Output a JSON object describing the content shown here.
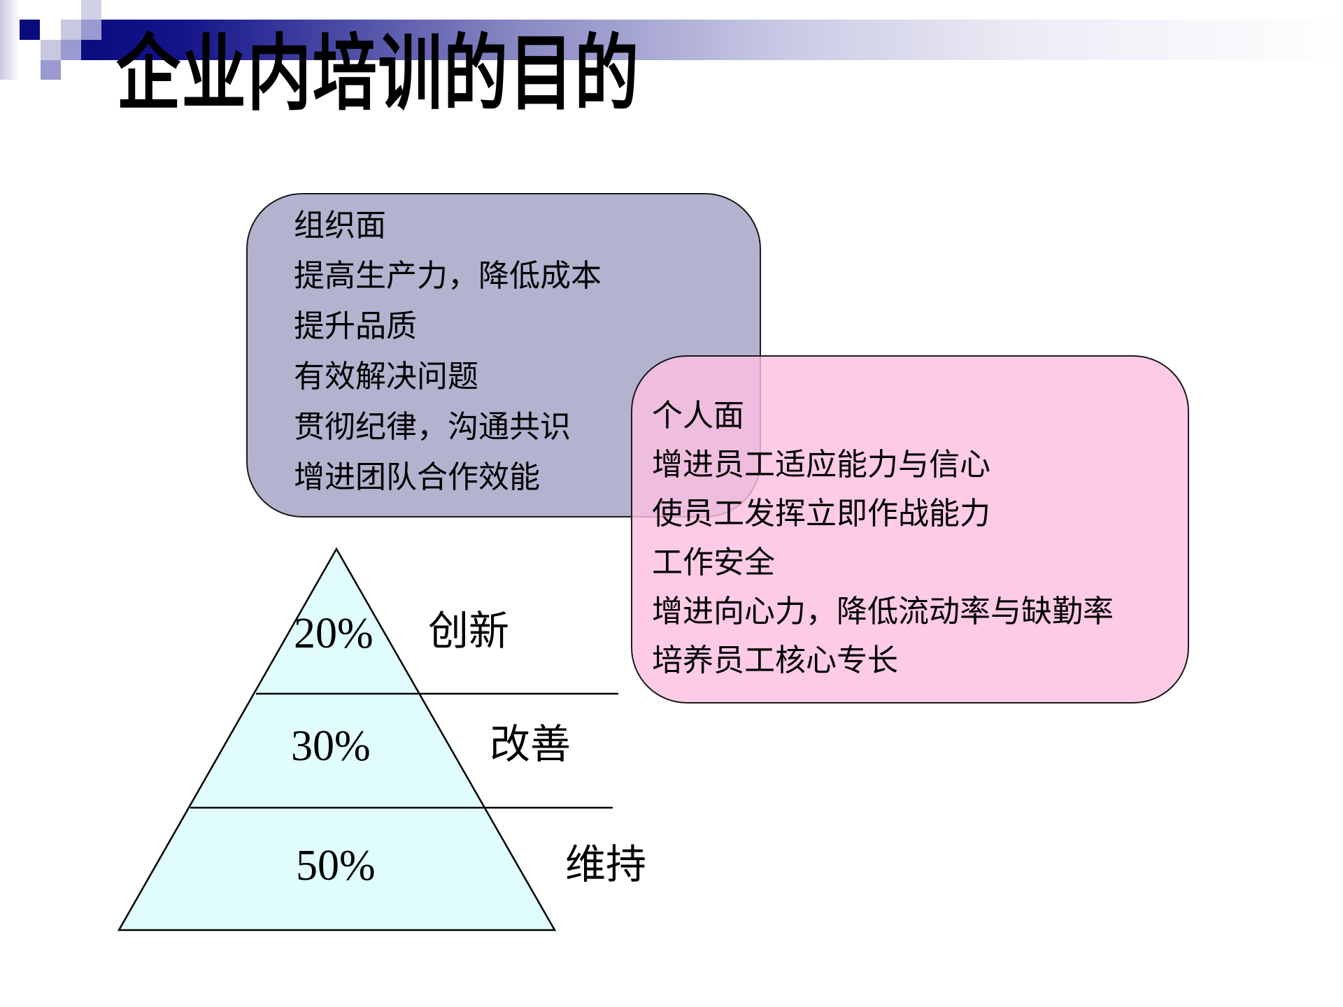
{
  "slide": {
    "title": "企业内培训的目的"
  },
  "colors": {
    "header_dark": "#0c0c80",
    "organization_box": "#b3b3d0",
    "individual_box": "#fdc0e0",
    "pyramid_fill": "#e0fcfc"
  },
  "organization": {
    "heading": "组织面",
    "items": [
      "提高生产力，降低成本",
      "提升品质",
      "有效解决问题",
      "贯彻纪律，沟通共识",
      "增进团队合作效能"
    ]
  },
  "individual": {
    "heading": "个人面",
    "items": [
      "增进员工适应能力与信心",
      "使员工发挥立即作战能力",
      "工作安全",
      "增进向心力，降低流动率与缺勤率",
      "培养员工核心专长"
    ]
  },
  "pyramid": {
    "levels": [
      {
        "percent": "20%",
        "label": "创新"
      },
      {
        "percent": "30%",
        "label": "改善"
      },
      {
        "percent": "50%",
        "label": "维持"
      }
    ]
  }
}
